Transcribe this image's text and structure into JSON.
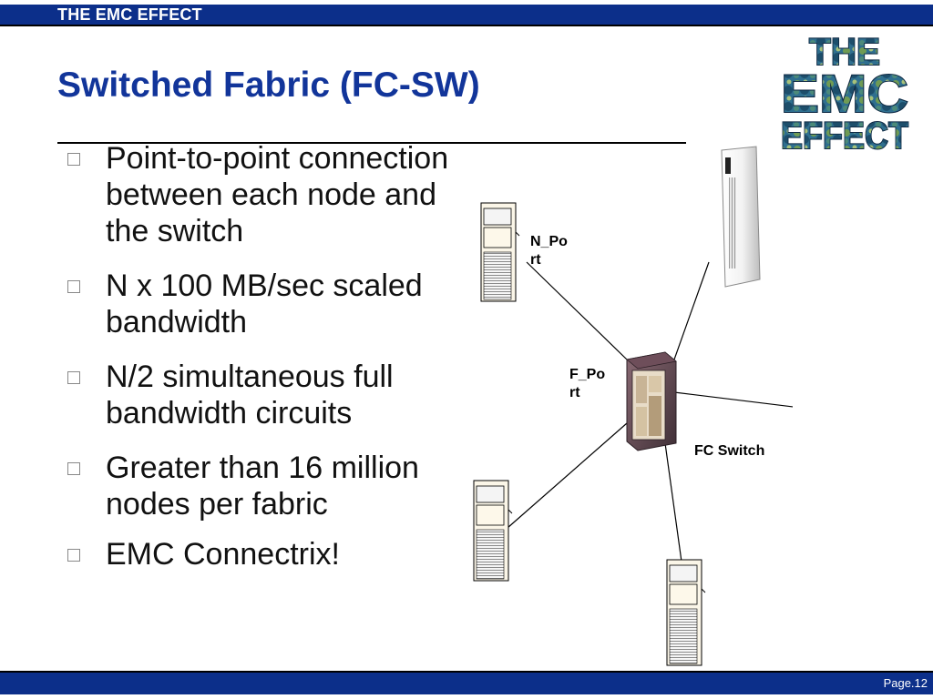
{
  "header": {
    "brand_text": "THE EMC EFFECT"
  },
  "slide": {
    "title": "Switched Fabric (FC-SW)",
    "bullets": [
      "Point-to-point connection between each node and the switch",
      "N x 100 MB/sec scaled bandwidth",
      "N/2 simultaneous full bandwidth circuits",
      "Greater than 16 million nodes per fabric",
      "EMC Connectrix!"
    ]
  },
  "logo": {
    "lines": [
      "THE",
      "EMC",
      "EFFECT"
    ]
  },
  "diagram": {
    "n_port_label": "N_Po\nrt",
    "f_port_label": "F_Po\nrt",
    "switch_label": "FC Switch"
  },
  "footer": {
    "page_label": "Page.12"
  },
  "colors": {
    "brand_blue": "#0c2f8a",
    "title_blue": "#12359a"
  }
}
